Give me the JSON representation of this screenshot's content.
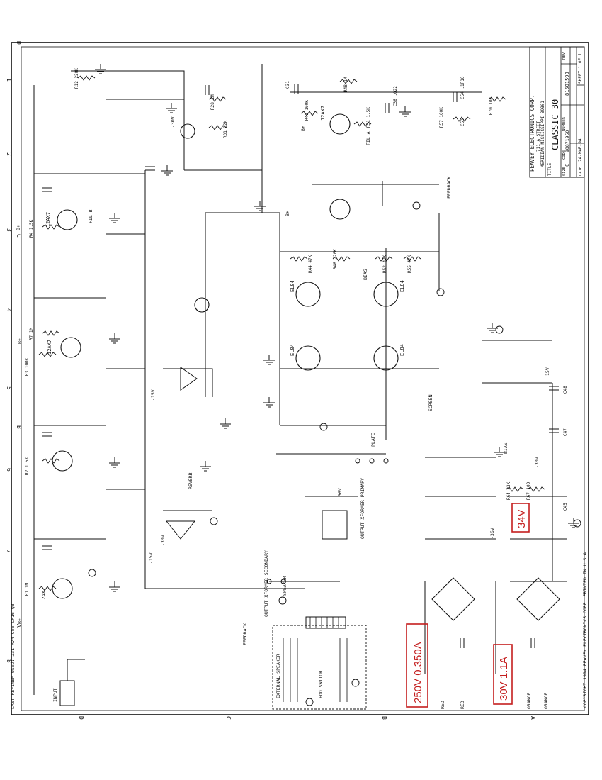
{
  "title_block": {
    "company": "PEAVEY ELECTRONICS CORP.",
    "address1": "711 A STREET",
    "address2": "MERIDIAN MISSISSIPPI  39301",
    "title_label": "TITLE",
    "title": "CLASSIC 30",
    "size_label": "SIZE",
    "size": "C",
    "code_label": "CODE",
    "code": "98871950",
    "number_label": "NUMBER",
    "number": "81501590",
    "rev_label": "REV",
    "date_label": "DATE",
    "date": "24-MAR-94",
    "sheet": "SHEET 1 OF 1"
  },
  "copyright": "COPYRIGHT 1994 PEAVEY ELECTRONICS CORP. PRINTED IN U.S.A.",
  "revision_note": "LAST REFINEM USED: J31 R74 C56 CR16 Q3",
  "border_letters": [
    "D",
    "C",
    "B",
    "A"
  ],
  "border_numbers": [
    "1",
    "2",
    "3",
    "4",
    "5",
    "6",
    "7",
    "8"
  ],
  "annotations": {
    "a1": "250V 0.350A",
    "a2": "30V 1.1A",
    "a3": "34V"
  },
  "net_labels": {
    "feedback_top": "FEEDBACK",
    "feedback_bottom": "FEEDBACK",
    "screen": "SCREEN",
    "plate": "PLATE",
    "bias": "BIAS",
    "reverb": "REVERB",
    "output_xformer_primary": "OUTPUT XFORMER PRIMARY",
    "output_xformer_secondary": "OUTPUT XFORMER SECONDARY",
    "speaker": "SPEAKER",
    "footswitch": "FOOTSWITCH",
    "external_speaker": "EXTERNAL SPEAKER",
    "input": "INPUT",
    "red1": "RED",
    "red2": "RED",
    "orange1": "ORANGE",
    "orange2": "ORANGE",
    "fila": "FIL A",
    "filb": "FIL B",
    "bplus": "B+",
    "minus15": "-15V",
    "plus15": "15V",
    "minus30": "-30V",
    "plus36": "36V",
    "minus36": "-36V"
  },
  "tubes": {
    "v1": "12AX7",
    "v2": "12AX7",
    "v3": "12AX7",
    "v4": "EL84",
    "v5": "EL84",
    "v6": "EL84",
    "v7": "EL84"
  },
  "components": {
    "r1": "R1 1M",
    "r2": "R2 1.5K",
    "r3": "R3 100K",
    "r4": "R4 1.5K",
    "r7": "R7 1M",
    "r12": "R12 220K",
    "r28": "R28 1M",
    "r31": "R31 22K",
    "r41": "R41 100K",
    "r48": "R48 1M",
    "r51": "R51 1.5K",
    "r57": "R57 100K",
    "r70": "R70 10K",
    "r44": "R44 47K",
    "r46": "R46 220K",
    "r52": "R52 47K",
    "r55": "R55 47K",
    "r64": "R64 33K",
    "r67": "R67 100",
    "c31": "C31",
    "c36": "C36 .022",
    "c54": "C54 .1P10",
    "c53": "C53",
    "c45": "C45",
    "c47": "C47",
    "c48": "C48"
  },
  "colors": {
    "ink": "#111111",
    "annotation": "#c41e1e",
    "paper": "#ffffff"
  }
}
